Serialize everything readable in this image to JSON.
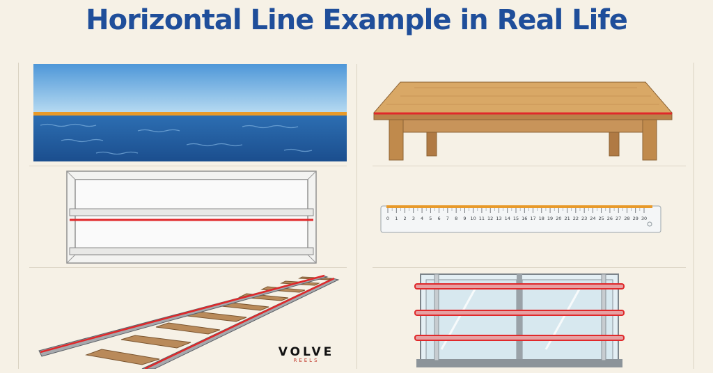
{
  "title": "Horizontal Line Example in Real Life",
  "examples": [
    {
      "icon": "sea-horizon-icon"
    },
    {
      "icon": "table-icon"
    },
    {
      "icon": "bookshelf-icon"
    },
    {
      "icon": "ruler-icon"
    },
    {
      "icon": "railway-track-icon"
    },
    {
      "icon": "window-bars-icon"
    }
  ],
  "ruler": {
    "marks": [
      "0",
      "1",
      "2",
      "3",
      "4",
      "5",
      "6",
      "7",
      "8",
      "9",
      "10",
      "11",
      "12",
      "13",
      "14",
      "15",
      "16",
      "17",
      "18",
      "19",
      "20",
      "21",
      "22",
      "23",
      "24",
      "25",
      "26",
      "27",
      "28",
      "29",
      "30"
    ]
  },
  "logo": {
    "main": "VOLVE",
    "sub": "REELS"
  },
  "colors": {
    "title": "#1f4e9a",
    "highlight_red": "#e0282a",
    "highlight_orange": "#e89a2a",
    "background": "#f6f1e6"
  }
}
